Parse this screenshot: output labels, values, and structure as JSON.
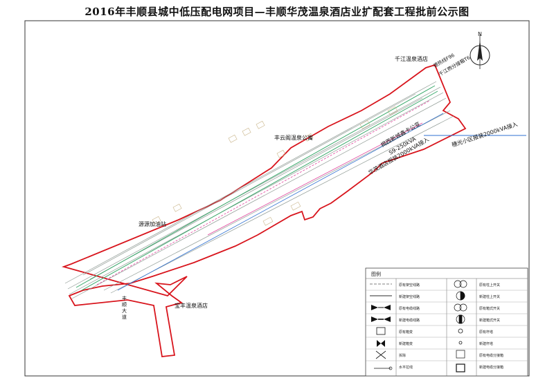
{
  "title": "2016年丰顺县城中低压配电网项目—丰顺华茂温泉酒店业扩配套工程批前公示图",
  "place_labels": {
    "qianjiang": "千江温泉酒店",
    "fengyun": "丰云阁温泉公寓",
    "jiayou": "源源加油站",
    "baofeng": "宝丰温泉酒店",
    "jiaoxian": "丰\n顺\n大\n道"
  },
  "annotations": {
    "a1": "德热线F96",
    "a2": "千江煦分接箱T6",
    "a3": "揭西新城鑫卡公变",
    "a4": "S9-250kVA",
    "a5": "华茂酒店报装2000kVA接入",
    "a6": "穗光小区报装2000kVA接入"
  },
  "north": "N",
  "legend": {
    "title": "图例",
    "left": [
      "原有架空线路",
      "新建架空线路",
      "原有电缆线路",
      "新建电缆线路",
      "原有箱变",
      "新建箱变",
      "拆除",
      "水平拉线"
    ],
    "right": [
      "原有柱上开关",
      "新建柱上开关",
      "原有箱式开关",
      "新建箱式开关",
      "原有杆塔",
      "新建杆塔",
      "原有电缆分接箱",
      "新建电缆分接箱"
    ]
  },
  "colors": {
    "boundary": "#d8141c",
    "road": "#9aa6a0",
    "green_line": "#38a86a",
    "pink": "#e0409a"
  }
}
